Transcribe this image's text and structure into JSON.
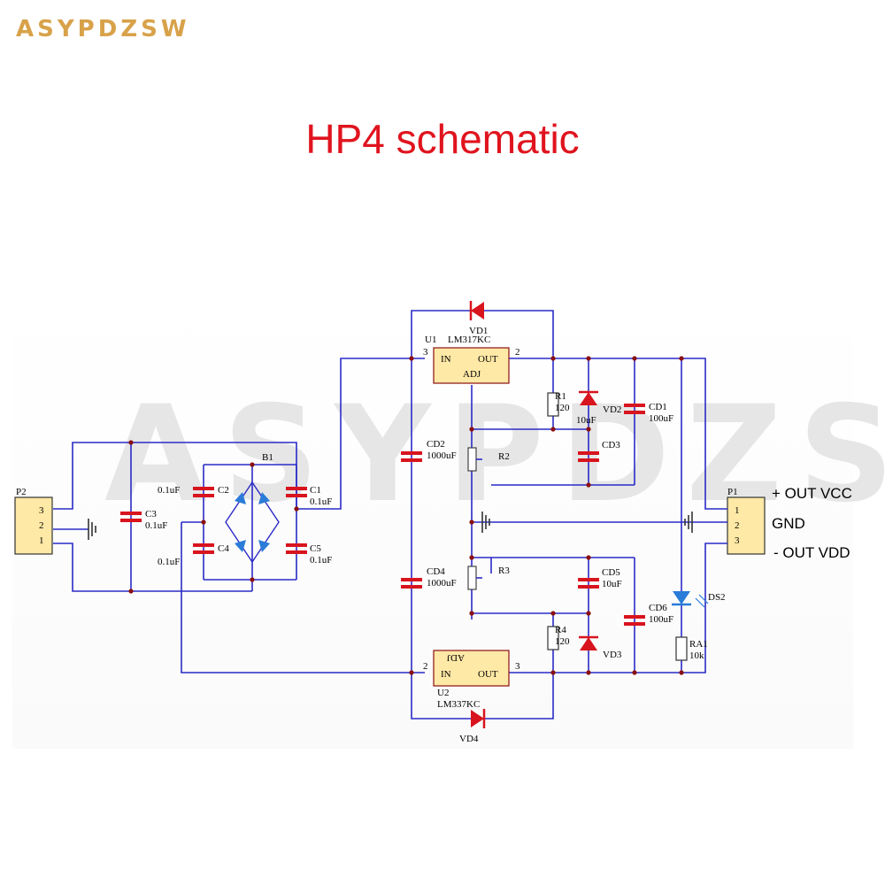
{
  "brand": "ASYPDZSW",
  "title": "HP4 schematic",
  "watermark": "ASYPDZSW",
  "colors": {
    "title": "#e0141e",
    "brand": "#d8a24a",
    "wire": "#2b2bc8",
    "capacitor": "#d8141e",
    "diode": "#2b7bd8",
    "connector": "#ffe9a6"
  },
  "connectors": {
    "p2": {
      "ref": "P2",
      "pins": [
        "3",
        "2",
        "1"
      ]
    },
    "p1": {
      "ref": "P1",
      "pins": [
        "1",
        "2",
        "3"
      ]
    }
  },
  "outputs": {
    "vcc": "+ OUT VCC",
    "gnd": "GND",
    "vdd": "- OUT VDD"
  },
  "bridge": {
    "ref": "B1"
  },
  "capacitors": [
    {
      "ref": "C2",
      "value": "0.1uF"
    },
    {
      "ref": "C1",
      "value": "0.1uF"
    },
    {
      "ref": "C3",
      "value": "0.1uF"
    },
    {
      "ref": "C4",
      "value": "0.1uF"
    },
    {
      "ref": "C5",
      "value": "0.1uF"
    },
    {
      "ref": "CD1",
      "value": "100uF"
    },
    {
      "ref": "CD2",
      "value": "1000uF"
    },
    {
      "ref": "CD3",
      "value": "10uF"
    },
    {
      "ref": "CD4",
      "value": "1000uF"
    },
    {
      "ref": "CD5",
      "value": "10uF"
    },
    {
      "ref": "CD6",
      "value": "100uF"
    }
  ],
  "regulators": [
    {
      "ref": "U1",
      "part": "LM317KC",
      "in": "IN",
      "out": "OUT",
      "adj": "ADJ",
      "pin_in": "3",
      "pin_out": "2"
    },
    {
      "ref": "U2",
      "part": "LM337KC",
      "in": "IN",
      "out": "OUT",
      "adj": "ADJ",
      "pin_in": "2",
      "pin_out": "3"
    }
  ],
  "resistors": [
    {
      "ref": "R1",
      "value": "120"
    },
    {
      "ref": "R4",
      "value": "120"
    },
    {
      "ref": "RA1",
      "value": "10k"
    }
  ],
  "pots": [
    "R2",
    "R3"
  ],
  "diodes": [
    "VD1",
    "VD2",
    "VD3",
    "VD4"
  ],
  "led": "DS2"
}
